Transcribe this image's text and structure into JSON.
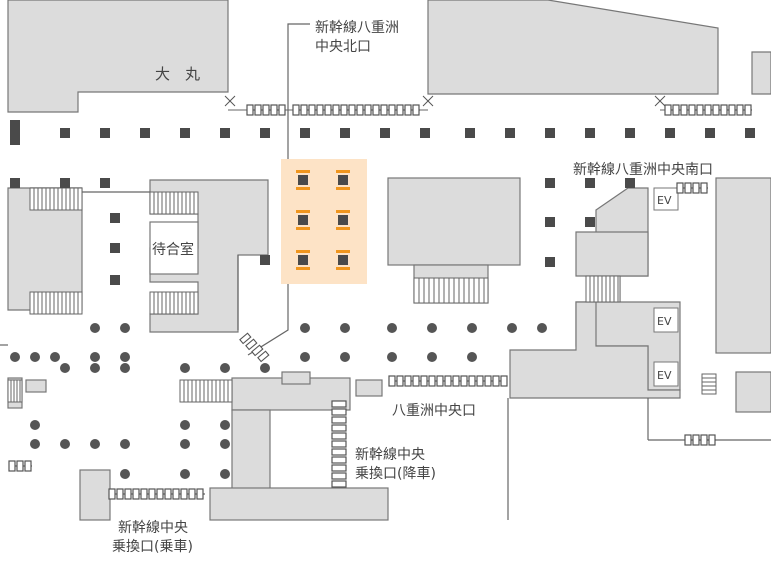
{
  "labels": {
    "daimaru": "大　丸",
    "north_exit_line1": "新幹線八重洲",
    "north_exit_line2": "中央北口",
    "south_exit": "新幹線八重洲中央南口",
    "waiting_room": "待合室",
    "yaesu_central": "八重洲中央口",
    "transfer_alight_line1": "新幹線中央",
    "transfer_alight_line2": "乗換口(降車)",
    "transfer_board_line1": "新幹線中央",
    "transfer_board_line2": "乗換口(乗車)",
    "ev": "EV"
  },
  "colors": {
    "highlight_fill": "#fde3c6",
    "highlight_marker": "#f0961e",
    "structure_fill": "#dcdcdc",
    "outline": "#777777"
  }
}
